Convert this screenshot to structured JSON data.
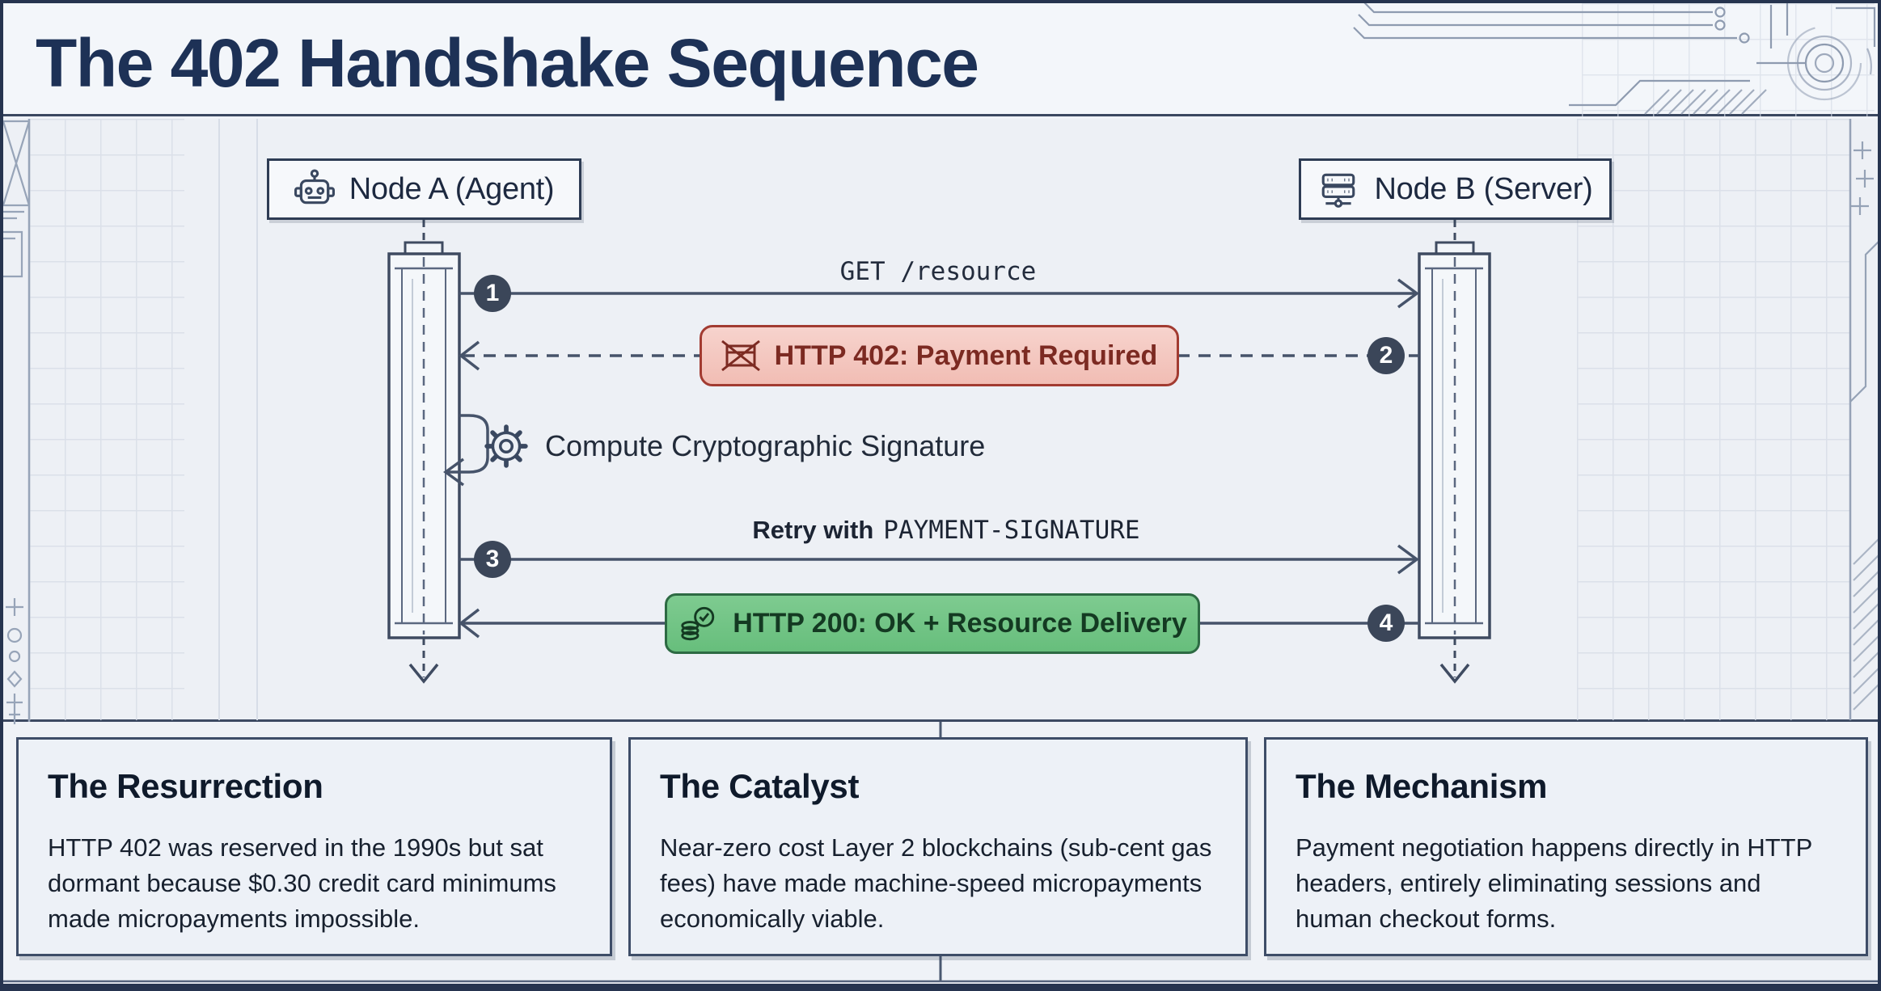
{
  "header": {
    "title": "The 402 Handshake Sequence"
  },
  "sequence": {
    "node_a": {
      "label": "Node A (Agent)"
    },
    "node_b": {
      "label": "Node B (Server)"
    },
    "steps": {
      "s1": {
        "badge": "1",
        "label": "GET /resource"
      },
      "s2": {
        "badge": "2",
        "label": "HTTP 402: Payment Required"
      },
      "self": {
        "label": "Compute Cryptographic Signature"
      },
      "s3": {
        "badge": "3",
        "label_prefix": "Retry with",
        "label_code": "PAYMENT-SIGNATURE"
      },
      "s4": {
        "badge": "4",
        "label": "HTTP 200: OK + Resource Delivery"
      }
    }
  },
  "cards": [
    {
      "title": "The Resurrection",
      "body": "HTTP 402 was reserved in the 1990s but sat dormant because $0.30 credit card minimums made micropayments impossible."
    },
    {
      "title": "The Catalyst",
      "body": "Near-zero cost Layer 2 blockchains (sub-cent gas fees) have made machine-speed micropayments economically viable."
    },
    {
      "title": "The Mechanism",
      "body": "Payment negotiation happens directly in HTTP headers, entirely eliminating sessions and human checkout forms."
    }
  ],
  "colors": {
    "accent_dark": "#26344f",
    "title": "#1d3156",
    "line": "#46536a",
    "error_bg": "#f5cbc4",
    "error_border": "#a23b31",
    "error_text": "#7c2a22",
    "success_bg": "#74c487",
    "success_border": "#2d6a43",
    "success_text": "#143a22",
    "badge_bg": "#3b4659",
    "grid": "#d7dde7"
  }
}
